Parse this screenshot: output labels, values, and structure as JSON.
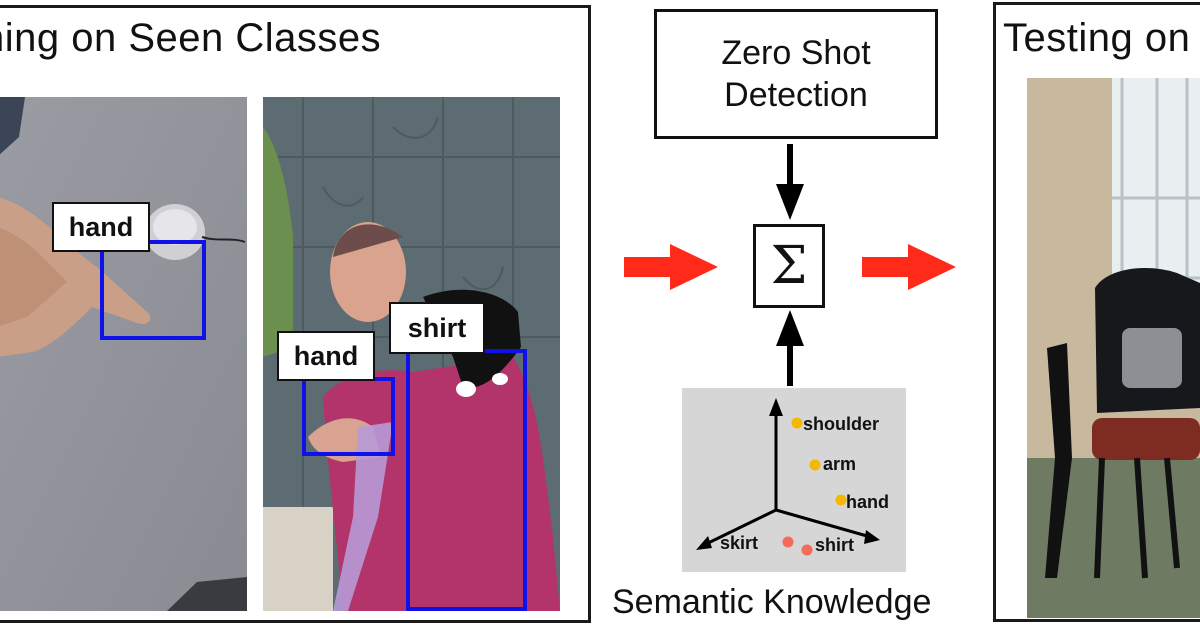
{
  "left_panel": {
    "title": "ning on Seen Classes",
    "labels": [
      "hand",
      "hand",
      "shirt"
    ]
  },
  "right_panel": {
    "title": "Testing on"
  },
  "center": {
    "detector_line1": "Zero Shot",
    "detector_line2": "Detection",
    "sum_symbol": "Σ",
    "knowledge_label": "Semantic Knowledge"
  },
  "embedding": {
    "points": [
      {
        "label": "shoulder",
        "color": "#f5b800"
      },
      {
        "label": "arm",
        "color": "#f5b800"
      },
      {
        "label": "hand",
        "color": "#f5b800"
      },
      {
        "label": "skirt",
        "color": "#f26b5b"
      },
      {
        "label": "shirt",
        "color": "#f26b5b"
      }
    ]
  },
  "colors": {
    "bbox": "#1010e8",
    "arrow_red": "#ff2a1a",
    "seen_point": "#f5b800",
    "unseen_point": "#f26b5b"
  }
}
